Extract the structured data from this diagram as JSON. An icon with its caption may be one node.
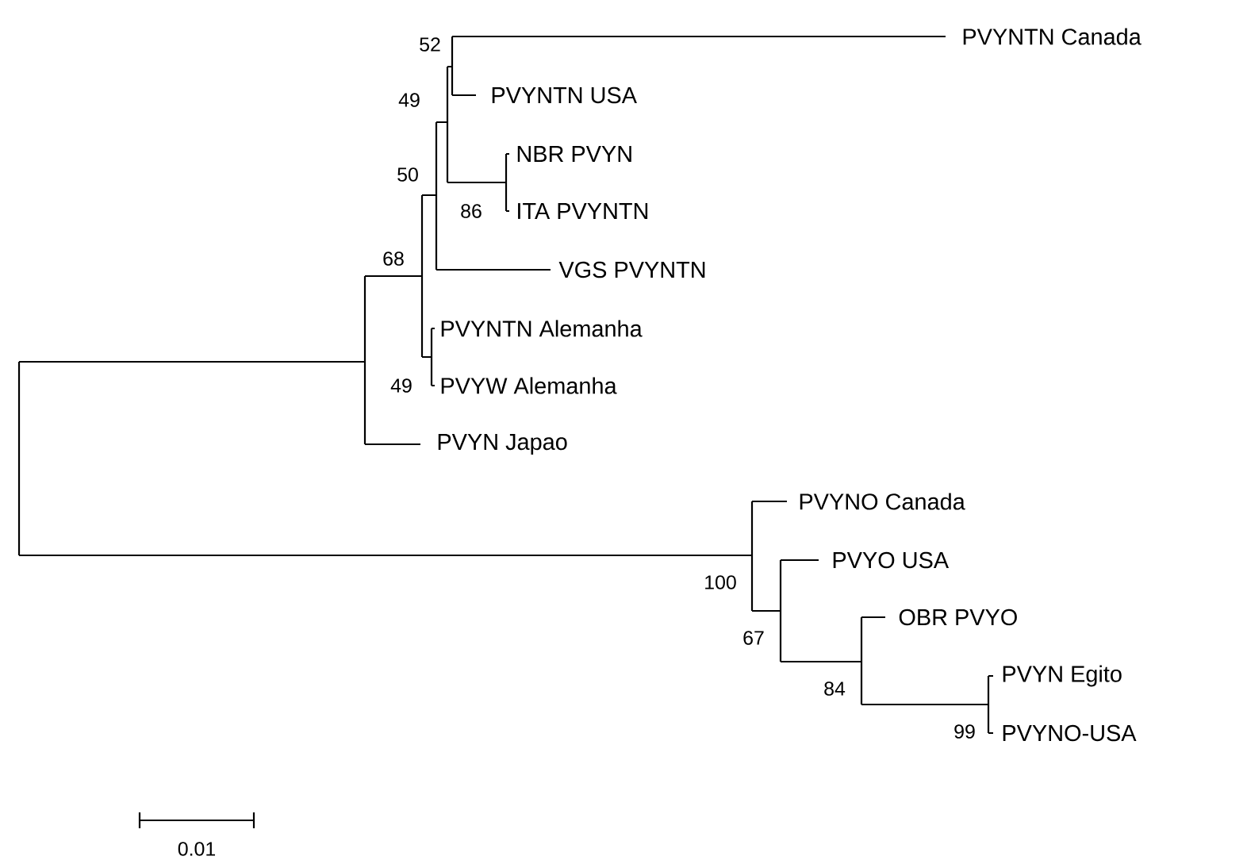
{
  "diagram": {
    "nodes": [
      {
        "text": [
          "PVYNTN Canada"
        ]
      },
      {
        "text": [
          "PVYNTN USA"
        ]
      },
      {
        "text": [
          "NBR PVYN"
        ]
      },
      {
        "text": [
          "ITA PVYNTN"
        ]
      },
      {
        "text": [
          "VGS PVYNTN"
        ]
      },
      {
        "text": [
          "PVYNTN Alemanha"
        ]
      },
      {
        "text": [
          "PVYW Alemanha"
        ]
      },
      {
        "text": [
          "PVYN Japao"
        ]
      },
      {
        "text": [
          "PVYNO Canada"
        ]
      },
      {
        "text": [
          "PVYO USA"
        ]
      },
      {
        "text": [
          "OBR PVYO"
        ]
      },
      {
        "text": [
          "PVYN Egito"
        ]
      },
      {
        "text": [
          "PVYNO-USA"
        ]
      }
    ],
    "labels": [
      "52",
      "49",
      "50",
      "86",
      "68",
      "49",
      "100",
      "67",
      "84",
      "99",
      "0.01"
    ]
  }
}
